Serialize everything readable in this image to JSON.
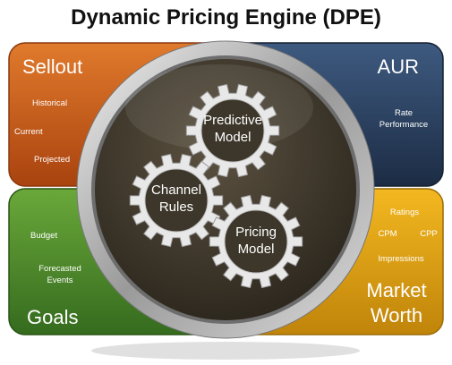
{
  "title": "Dynamic Pricing Engine (DPE)",
  "quadrants": {
    "sellout": {
      "label": "Sellout",
      "items": [
        "Historical",
        "Current",
        "Projected"
      ]
    },
    "aur": {
      "label": "AUR",
      "items": [
        "Rate",
        "Performance"
      ]
    },
    "goals": {
      "label": "Goals",
      "items": [
        "Budget",
        "Forecasted",
        "Events"
      ]
    },
    "market_worth": {
      "label_line1": "Market",
      "label_line2": "Worth",
      "items": [
        "Ratings",
        "CPM",
        "CPP",
        "Impressions"
      ]
    }
  },
  "gears": {
    "predictive": {
      "line1": "Predictive",
      "line2": "Model"
    },
    "channel": {
      "line1": "Channel",
      "line2": "Rules"
    },
    "pricing": {
      "line1": "Pricing",
      "line2": "Model"
    }
  },
  "colors": {
    "sellout": "#c4581c",
    "aur": "#253a55",
    "goals": "#4b8a2e",
    "market_worth": "#d49a09",
    "hub": "#3d362a",
    "gear": "#e8e8e8"
  }
}
